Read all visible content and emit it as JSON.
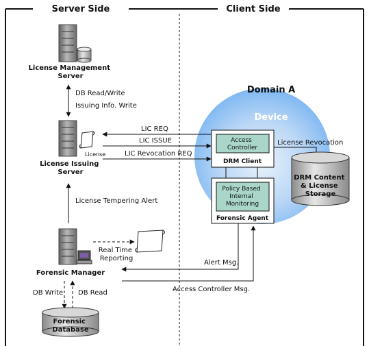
{
  "sections": {
    "server_side": "Server Side",
    "client_side": "Client Side"
  },
  "servers": {
    "license_management": [
      "License Management",
      "Server"
    ],
    "license_issuing": [
      "License Issuing",
      "Server"
    ],
    "forensic_manager": "Forensic Manager",
    "forensic_database": [
      "Forensic",
      "Database"
    ]
  },
  "domain": {
    "title": "Domain A",
    "device": "Device"
  },
  "drm_client": {
    "access_controller": [
      "Access",
      "Controller"
    ],
    "label": "DRM Client"
  },
  "forensic_agent": {
    "monitoring": [
      "Policy Based",
      "Internal",
      "Monitoring"
    ],
    "label": "Forensic Agent"
  },
  "storage": [
    "DRM Content",
    "& License",
    "Storage"
  ],
  "license_doc": "License",
  "messages": {
    "db_read_write": "DB Read/Write",
    "issuing_info_write": "Issuing Info. Write",
    "lic_req": "LIC REQ",
    "lic_issue": "LIC ISSUE",
    "lic_revocation_req": "LIC Revocation REQ",
    "license_revocation": "License Revocation",
    "license_tempering_alert": "License Tempering Alert",
    "real_time_reporting": [
      "Real Time",
      "Reporting"
    ],
    "alert_msg": "Alert Msg.",
    "access_controller_msg": "Access Controller Msg.",
    "db_write": "DB Write",
    "db_read": "DB Read"
  },
  "colors": {
    "device_circle": "#7fb8f2",
    "device_circle_edge": "#e8f1fb",
    "component_box": "#a9d6c9",
    "server_dark": "#6e6e6e",
    "server_light": "#c9c9c9"
  }
}
